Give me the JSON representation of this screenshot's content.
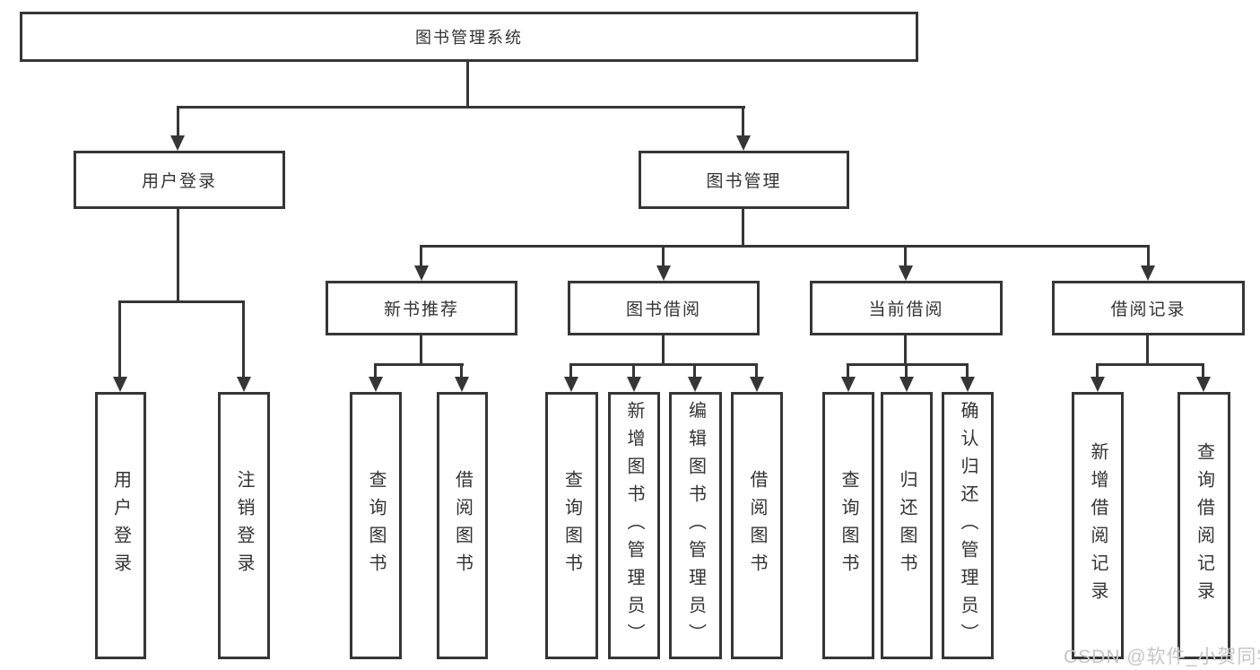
{
  "nodes": {
    "root": "图书管理系统",
    "level2": [
      "用户登录",
      "图书管理"
    ],
    "level3": [
      "新书推荐",
      "图书借阅",
      "当前借阅",
      "借阅记录"
    ],
    "leaves": [
      "用户登录",
      "注销登录",
      "查询图书",
      "借阅图书",
      "查询图书",
      "新增图书（管理员）",
      "编辑图书（管理员）",
      "借阅图书",
      "查询图书",
      "归还图书",
      "确认归还（管理员）",
      "新增借阅记录",
      "查询借阅记录"
    ]
  },
  "watermark": "CSDN @软件_小贺同学",
  "colors": {
    "line": "#363636",
    "text": "#333333",
    "watermark": "#c6c6c6",
    "background": "#ffffff"
  }
}
